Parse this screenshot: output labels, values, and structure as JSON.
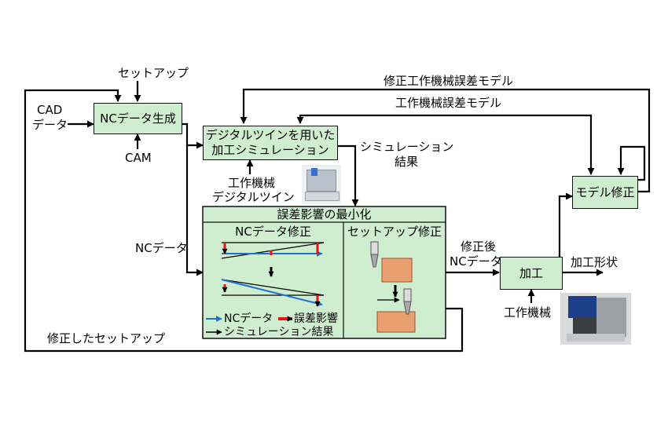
{
  "boxes": {
    "nc_gen": "NCデータ生成",
    "sim_line1": "デジタルツインを用いた",
    "sim_line2": "加工シミュレーション",
    "minimize_title": "誤差影響の最小化",
    "nc_fix_title": "NCデータ修正",
    "setup_fix_title": "セットアップ修正",
    "machining": "加工",
    "model_fix": "モデル修正"
  },
  "labels": {
    "setup": "セットアップ",
    "cad_line1": "CAD",
    "cad_line2": "データ",
    "cam": "CAM",
    "nc_data": "NCデータ",
    "corrected_setup": "修正したセットアップ",
    "digital_twin_line1": "工作機械",
    "digital_twin_line2": "デジタルツイン",
    "sim_result_line1": "シミュレーション",
    "sim_result_line2": "結果",
    "corrected_model": "修正工作機械誤差モデル",
    "error_model": "工作機械誤差モデル",
    "corrected_nc_line1": "修正後",
    "corrected_nc_line2": "NCデータ",
    "machine_tool": "工作機械",
    "machined_shape": "加工形状"
  },
  "legend": {
    "nc_data": "NCデータ",
    "error_effect": "誤差影響",
    "sim_result": "シミュレーション結果"
  },
  "colors": {
    "box_fill": "#cfeecf",
    "nc_path": "#1f6fd0",
    "error": "#ee1111",
    "workpiece": "#e8a070"
  }
}
